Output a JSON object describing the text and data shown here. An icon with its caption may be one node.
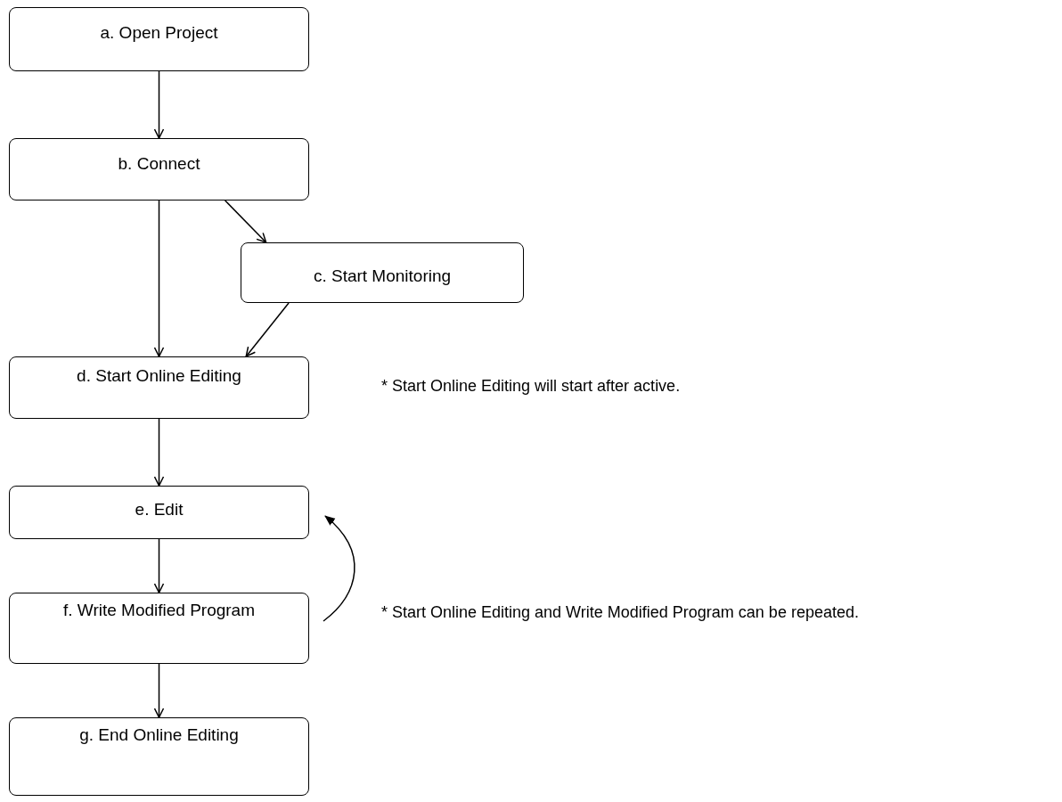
{
  "diagram": {
    "nodes": [
      {
        "text": [
          "a. Open Project"
        ]
      },
      {
        "text": [
          "b. Connect"
        ]
      },
      {
        "text": [
          "c. Start Monitoring"
        ]
      },
      {
        "text": [
          "d. Start Online Editing"
        ]
      },
      {
        "text": [
          "e. Edit"
        ]
      },
      {
        "text": [
          "f. Write Modified Program"
        ]
      },
      {
        "text": [
          "g. End Online Editing"
        ]
      }
    ],
    "edges": [
      {
        "from": 0,
        "to": 1,
        "arrow": "to"
      },
      {
        "from": 1,
        "to": 3,
        "arrow": "to"
      },
      {
        "from": 1,
        "to": 2,
        "arrow": "to"
      },
      {
        "from": 2,
        "to": 3,
        "arrow": "to"
      },
      {
        "from": 3,
        "to": 4,
        "arrow": "to"
      },
      {
        "from": 4,
        "to": 5,
        "arrow": "to"
      },
      {
        "from": 5,
        "to": 4,
        "arrow": "to"
      },
      {
        "from": 5,
        "to": 6,
        "arrow": "to"
      }
    ],
    "labels": [
      "* Start Online Editing will start after active.",
      "* Start Online Editing and Write Modified Program can be repeated."
    ]
  }
}
